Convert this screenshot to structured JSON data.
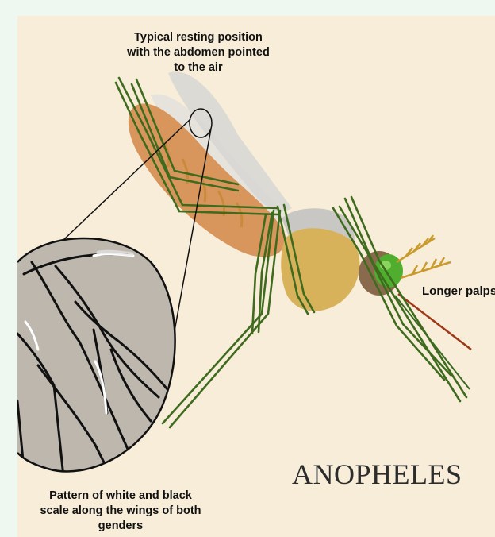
{
  "title": "ANOPHELES",
  "captions": {
    "top": [
      "Typical resting position",
      "with the abdomen pointed",
      "to the air"
    ],
    "bottom": [
      "Pattern of white and black",
      "scale along the wings of both",
      "genders"
    ]
  },
  "labels": {
    "palps": "Longer palps"
  },
  "colors": {
    "background": "#f7edd9",
    "abdomen": "#d9965c",
    "thorax": "#d8b25a",
    "legs": "#3e6b1e",
    "eye": "#4fae2e",
    "proboscis": "#9c3a18"
  }
}
